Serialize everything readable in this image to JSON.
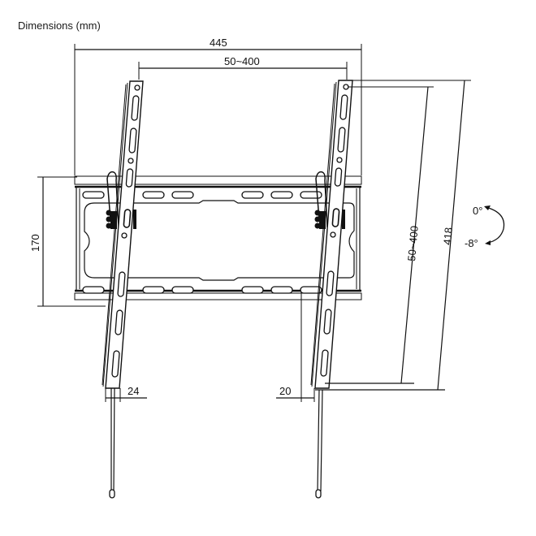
{
  "title": "Dimensions (mm)",
  "dimensions": {
    "overall_width": "445",
    "hole_spacing_horizontal": "50~400",
    "plate_height": "170",
    "hole_spacing_vertical": "50~400",
    "arm_length": "418",
    "arm_width_left": "24",
    "wall_distance": "20"
  },
  "tilt": {
    "upper": "0°",
    "lower": "-8°"
  },
  "colors": {
    "line": "#111111",
    "background": "#ffffff"
  }
}
